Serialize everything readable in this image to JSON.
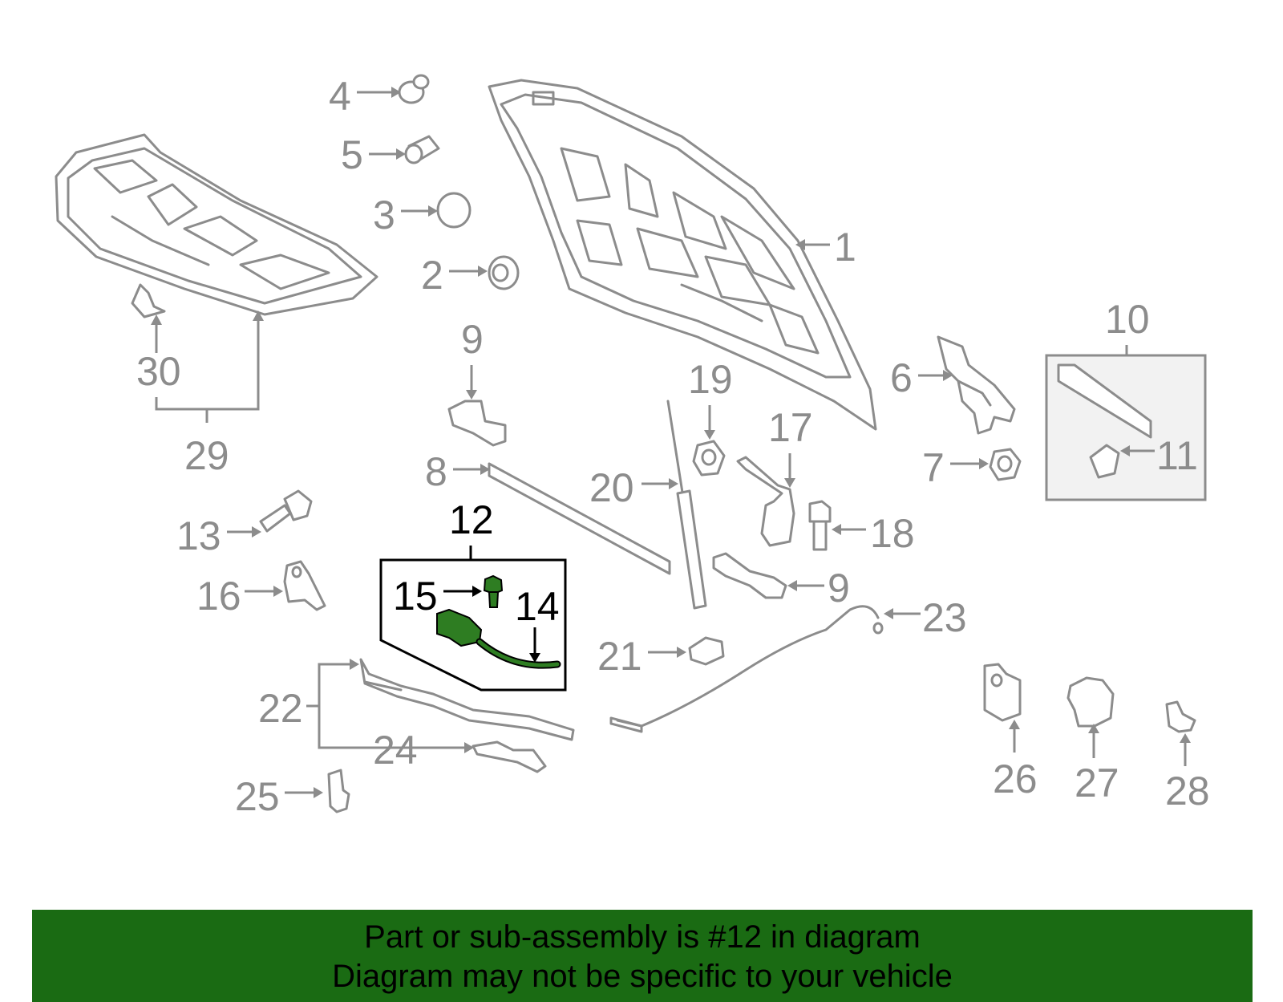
{
  "colors": {
    "part_gray": "#8c8c8c",
    "highlight_green": "#2e7d22",
    "banner_green": "#1a6b13",
    "box_fill": "#f2f2f2"
  },
  "callouts": {
    "n1": "1",
    "n2": "2",
    "n3": "3",
    "n4": "4",
    "n5": "5",
    "n6": "6",
    "n7": "7",
    "n8": "8",
    "n9a": "9",
    "n9b": "9",
    "n10": "10",
    "n11": "11",
    "n12": "12",
    "n13": "13",
    "n14": "14",
    "n15": "15",
    "n16": "16",
    "n17": "17",
    "n18": "18",
    "n19": "19",
    "n20": "20",
    "n21": "21",
    "n22": "22",
    "n23": "23",
    "n24": "24",
    "n25": "25",
    "n26": "26",
    "n27": "27",
    "n28": "28",
    "n29": "29",
    "n30": "30"
  },
  "highlight": {
    "part_number": "12"
  },
  "banner": {
    "line1": "Part or sub-assembly is #12 in diagram",
    "line2": "Diagram may not be specific to your vehicle"
  }
}
